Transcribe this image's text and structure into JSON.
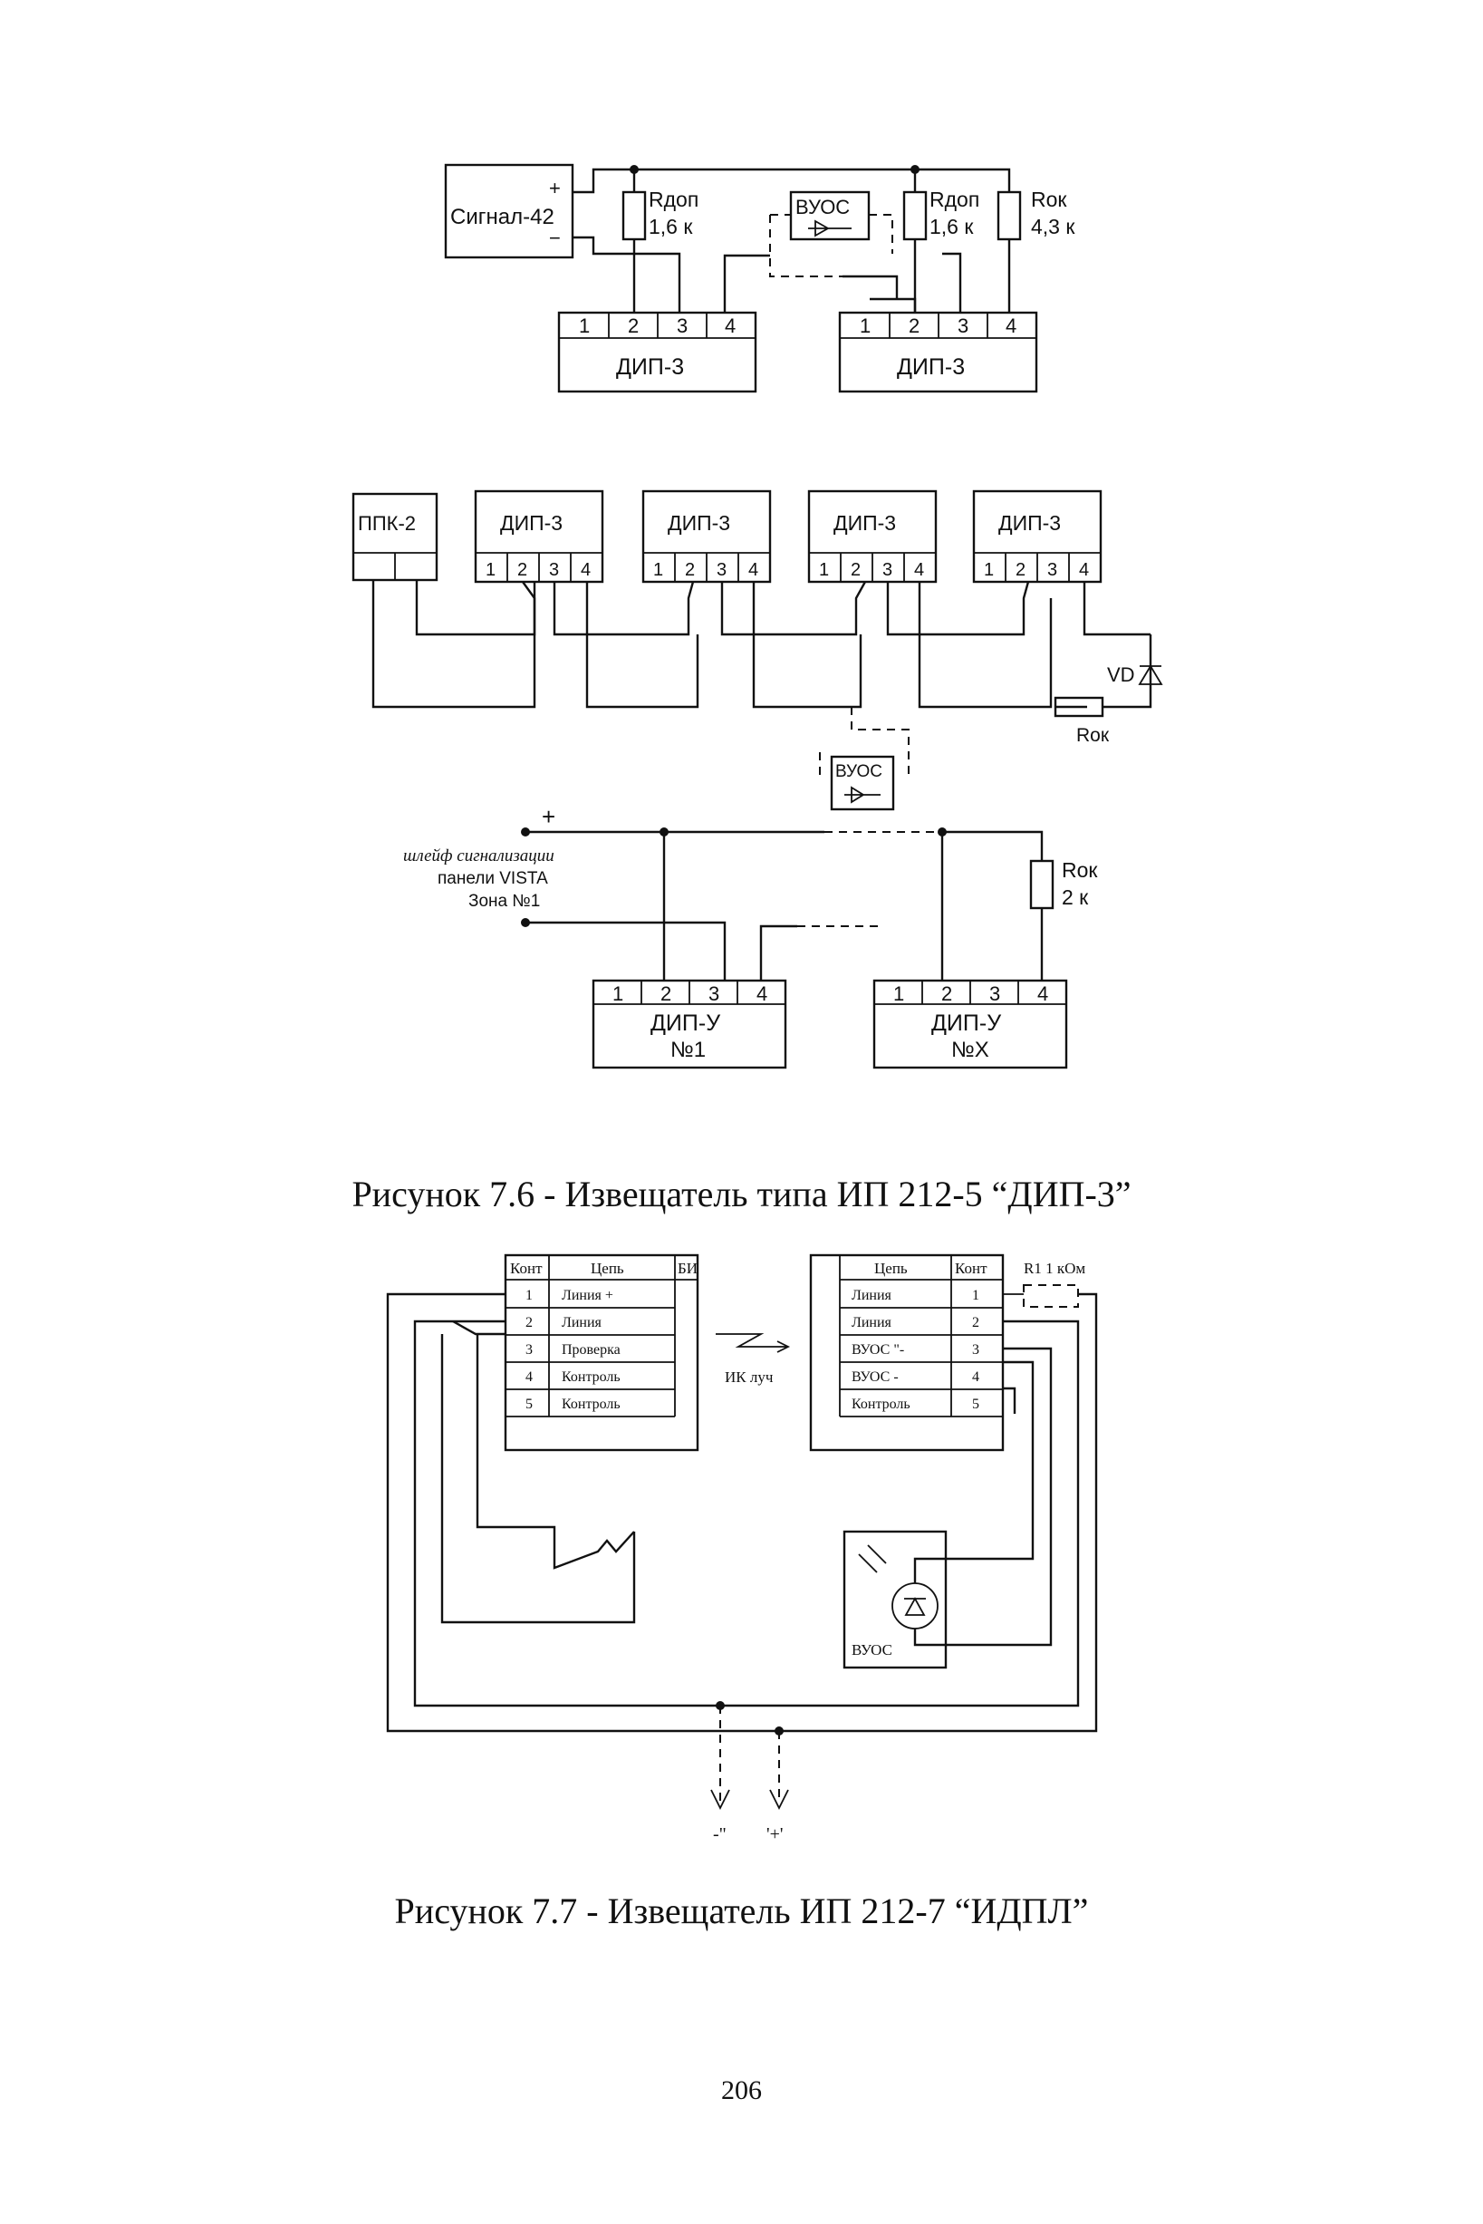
{
  "fig76": {
    "top": {
      "signal": "Сигнал-42",
      "plus": "+",
      "minus": "−",
      "r1_name": "Rдоп",
      "r1_val": "1,6 к",
      "vuos": "ВУОС",
      "r2_name": "Rдоп",
      "r2_val": "1,6 к",
      "rok_name": "Rок",
      "rok_val": "4,3 к",
      "block_name": "ДИП-3",
      "terminals": [
        "1",
        "2",
        "3",
        "4"
      ]
    },
    "middle": {
      "ppk": "ППК-2",
      "block_name": "ДИП-3",
      "terminals": [
        "1",
        "2",
        "3",
        "4"
      ],
      "vd": "VD",
      "rok": "Rок",
      "vuos": "ВУОС"
    },
    "bottom": {
      "plus": "+",
      "loop_line1": "шлейф сигнализации",
      "loop_line2": "панели VISTA",
      "loop_line3": "Зона №1",
      "rok_name": "Rок",
      "rok_val": "2 к",
      "block_name": "ДИП-У",
      "block1_num": "№1",
      "block2_num": "№Х",
      "terminals": [
        "1",
        "2",
        "3",
        "4"
      ]
    },
    "caption": "Рисунок 7.6 - Извещатель типа ИП 212-5 “ДИП-3”"
  },
  "fig77": {
    "left_table": {
      "h_kont": "Конт",
      "h_cep": "Цепь",
      "h_bi": "БИ",
      "rows": [
        {
          "n": "1",
          "name": "Линия +"
        },
        {
          "n": "2",
          "name": "Линия"
        },
        {
          "n": "3",
          "name": "Проверка"
        },
        {
          "n": "4",
          "name": "Контроль"
        },
        {
          "n": "5",
          "name": "Контроль"
        }
      ]
    },
    "right_table": {
      "h_cep": "Цепь",
      "h_kont": "Конт",
      "rows": [
        {
          "name": "Линия",
          "n": "1"
        },
        {
          "name": "Линия",
          "n": "2"
        },
        {
          "name": "ВУОС \"-",
          "n": "3"
        },
        {
          "name": "ВУОС -",
          "n": "4"
        },
        {
          "name": "Контроль",
          "n": "5"
        }
      ]
    },
    "r1": "R1 1 кОм",
    "ir": "ИК луч",
    "vuos": "ВУОС",
    "minus": "-\"",
    "plus": "'+'",
    "caption": "Рисунок 7.7 - Извещатель ИП 212-7 “ИДПЛ”"
  },
  "page_number": "206"
}
